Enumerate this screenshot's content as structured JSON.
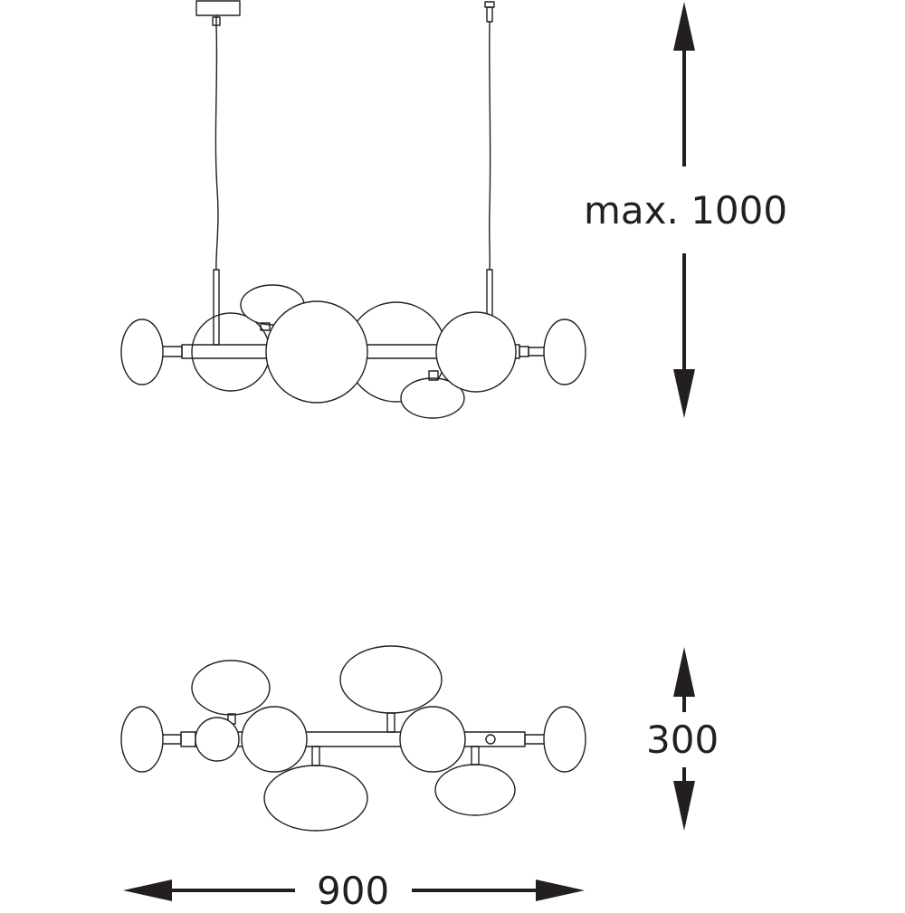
{
  "dimensions": {
    "height_label": "max. 1000",
    "depth_label": "300",
    "width_label": "900"
  },
  "colors": {
    "line": "#231f20",
    "background": "#ffffff"
  }
}
